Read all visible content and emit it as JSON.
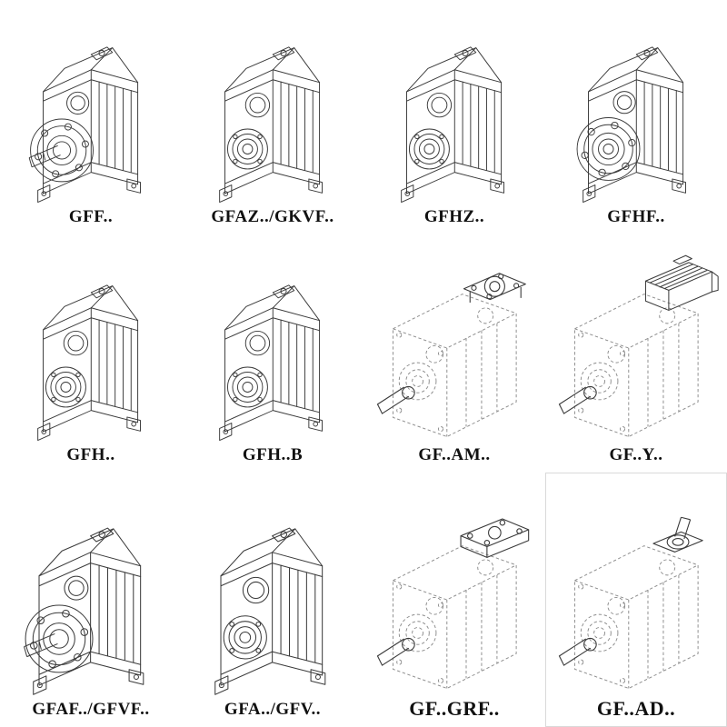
{
  "colors": {
    "background": "#ffffff",
    "line": "#3a3a3a",
    "phantom_line": "#8a8a8a",
    "label_color": "#111111",
    "frame": "#d9d9d9"
  },
  "products": [
    {
      "label": "GFF..",
      "drawing": "gearbox-flange-shaft"
    },
    {
      "label": "GFAZ../GKVF..",
      "drawing": "gearbox-hollow-bore"
    },
    {
      "label": "GFHZ..",
      "drawing": "gearbox-hollow-bore"
    },
    {
      "label": "GFHF..",
      "drawing": "gearbox-flange"
    },
    {
      "label": "GFH..",
      "drawing": "gearbox-hollow-bore"
    },
    {
      "label": "GFH..B",
      "drawing": "gearbox-hollow-bore"
    },
    {
      "label": "GF..AM..",
      "drawing": "gearbox-phantom-input-flange"
    },
    {
      "label": "GF..Y..",
      "drawing": "gearbox-phantom-motor"
    },
    {
      "label": "GFAF../GFVF..",
      "drawing": "gearbox-flange-shaft"
    },
    {
      "label": "GFA../GFV..",
      "drawing": "gearbox-hollow-bore"
    },
    {
      "label": "GF..GRF..",
      "drawing": "gearbox-phantom-bracket"
    },
    {
      "label": "GF..AD..",
      "drawing": "gearbox-phantom-adapter"
    }
  ]
}
